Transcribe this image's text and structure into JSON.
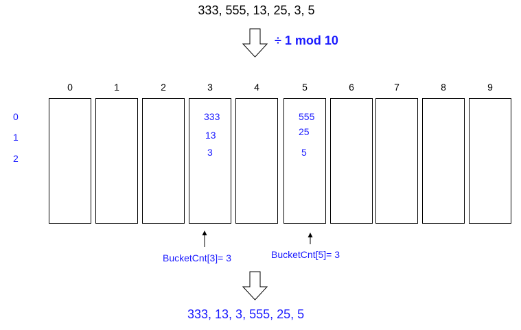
{
  "input_sequence": "333, 555, 13, 25, 3, 5",
  "operation": "÷ 1 mod 10",
  "bucket_indices": [
    "0",
    "1",
    "2",
    "3",
    "4",
    "5",
    "6",
    "7",
    "8",
    "9"
  ],
  "row_labels": [
    "0",
    "1",
    "2"
  ],
  "bucket_contents": {
    "bucket_3": [
      "333",
      "13",
      "3"
    ],
    "bucket_5": [
      "555",
      "25",
      "5"
    ]
  },
  "bucket_counts": {
    "bucket_3": "BucketCnt[3]= 3",
    "bucket_5": "BucketCnt[5]= 3"
  },
  "output_sequence": "333, 13, 3, 555, 25, 5",
  "colors": {
    "accent": "#1a1aff",
    "outline": "#000000"
  }
}
